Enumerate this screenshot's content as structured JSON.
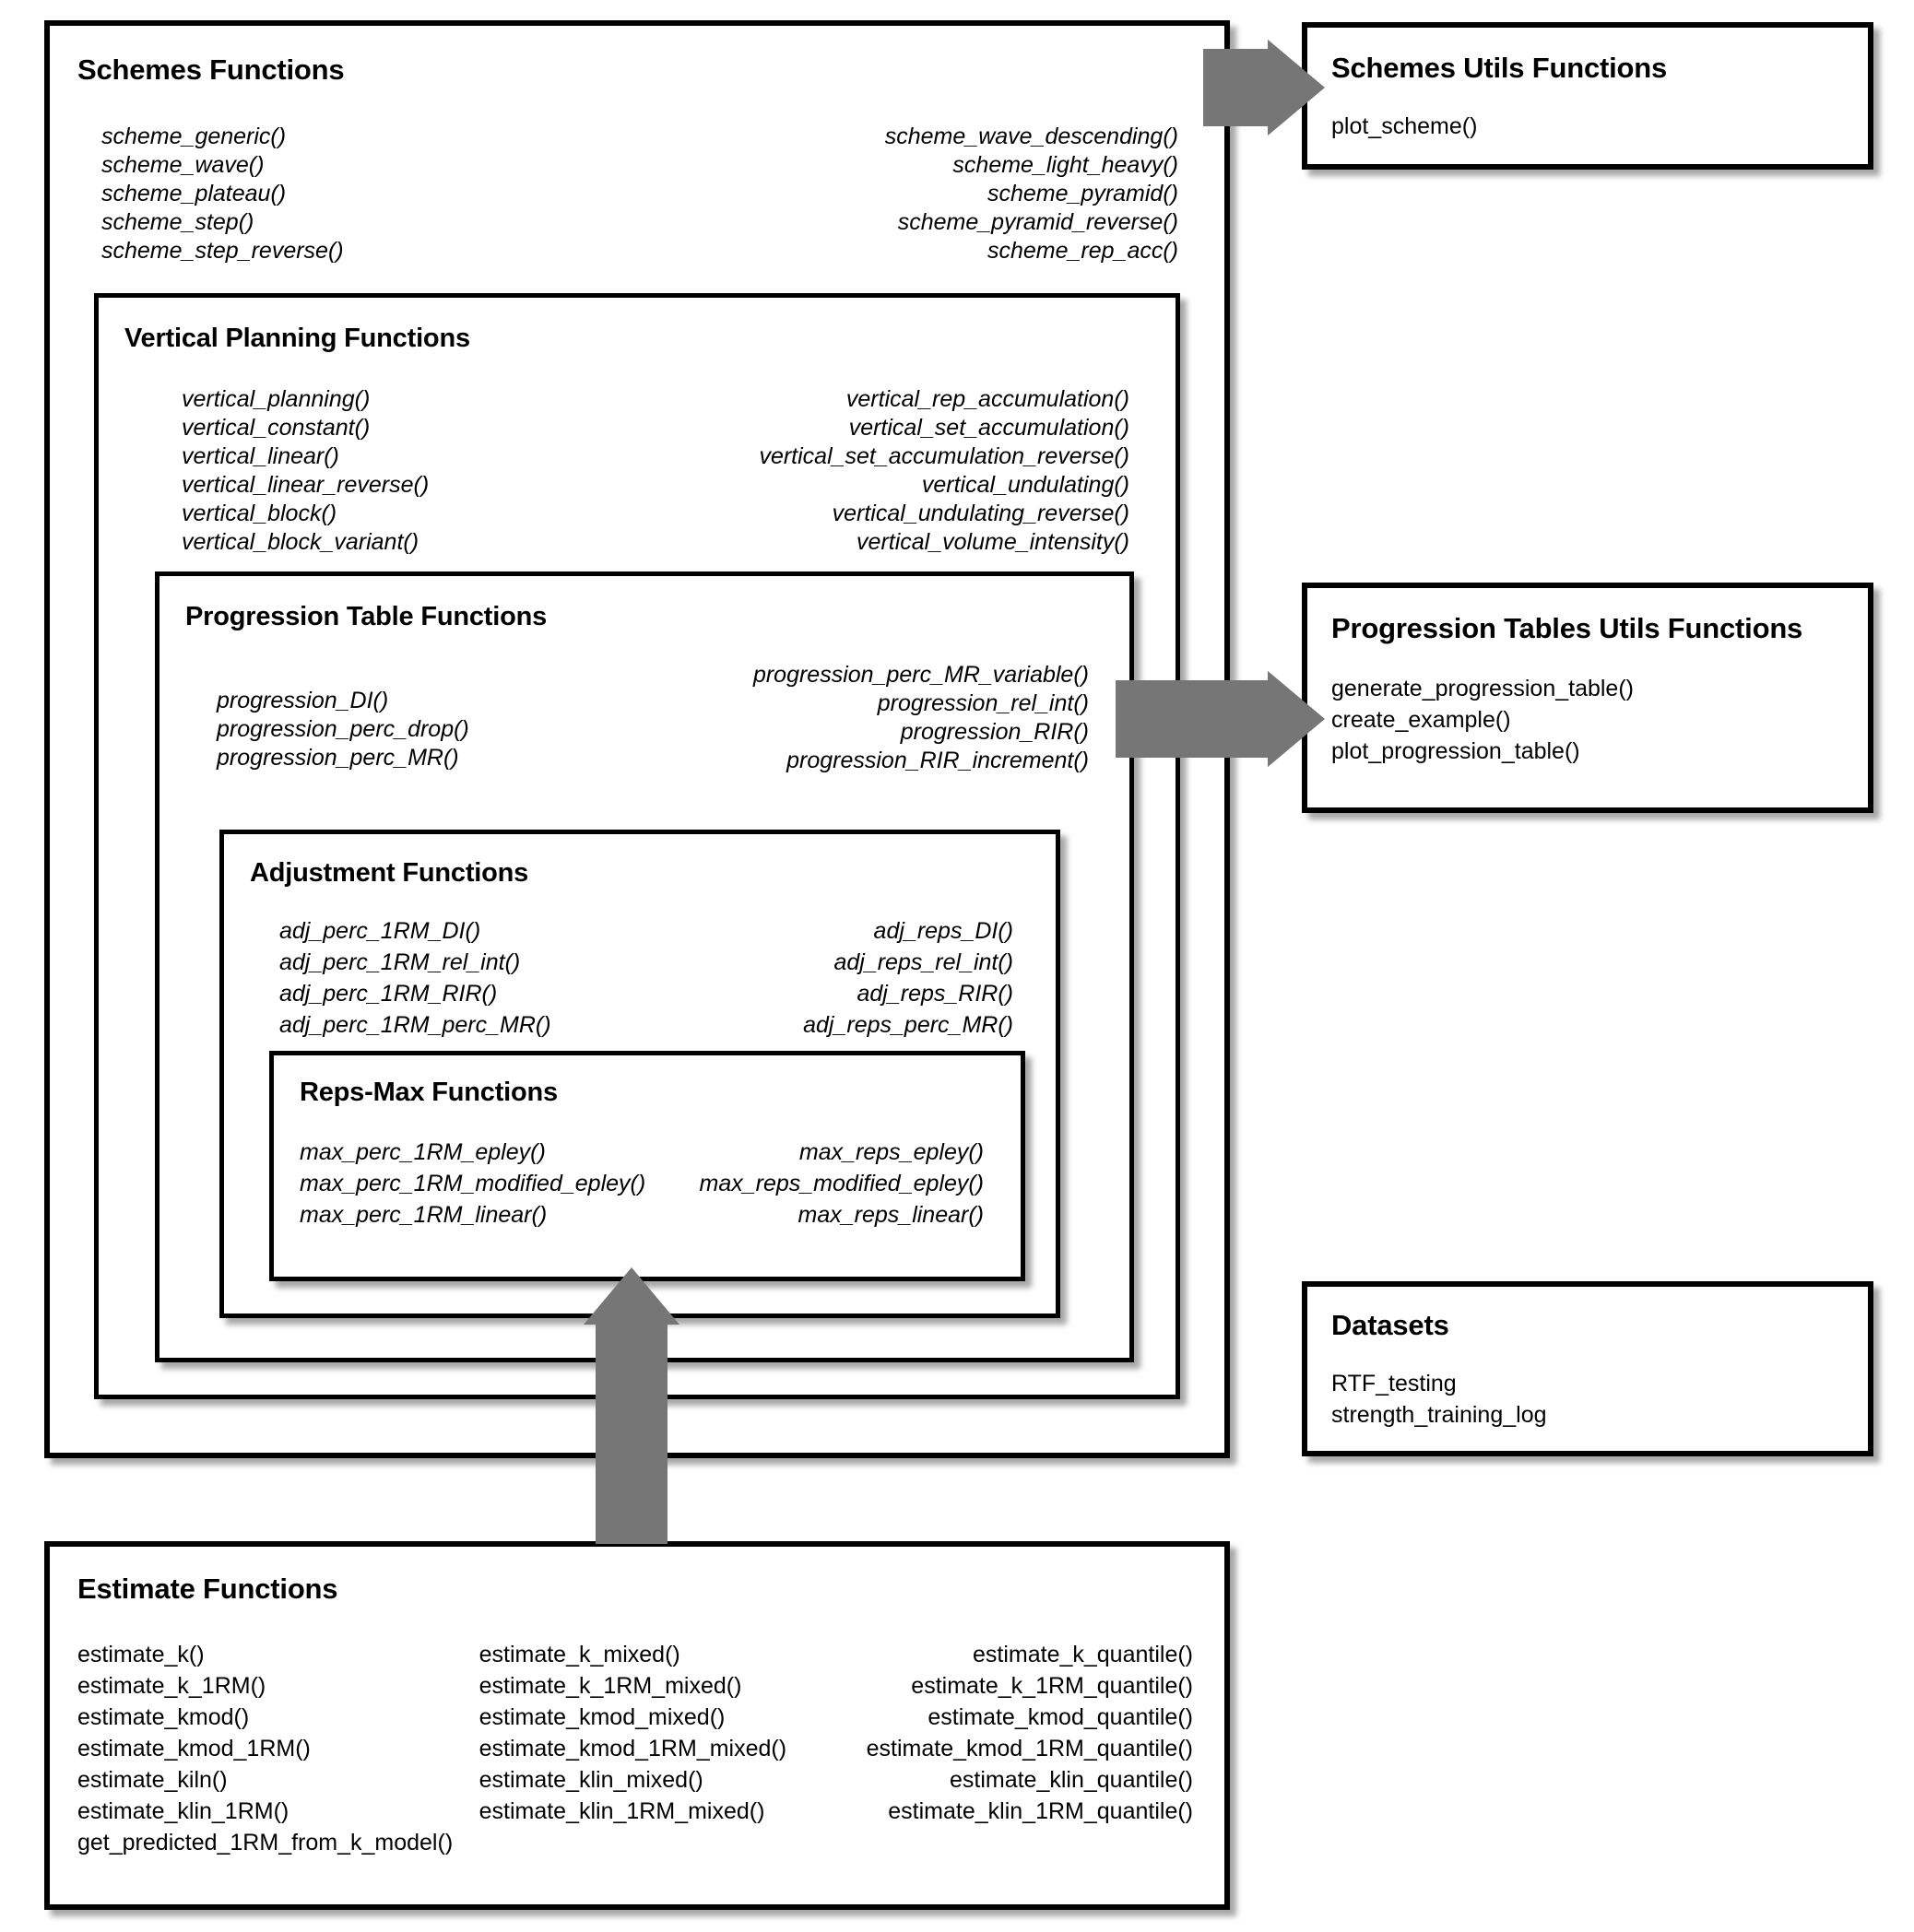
{
  "diagram": {
    "schemes": {
      "title": "Schemes Functions",
      "left": [
        "scheme_generic()",
        "scheme_wave()",
        "scheme_plateau()",
        "scheme_step()",
        "scheme_step_reverse()"
      ],
      "right": [
        "scheme_wave_descending()",
        "scheme_light_heavy()",
        "scheme_pyramid()",
        "scheme_pyramid_reverse()",
        "scheme_rep_acc()"
      ]
    },
    "vertical": {
      "title": "Vertical Planning Functions",
      "left": [
        "vertical_planning()",
        "vertical_constant()",
        "vertical_linear()",
        "vertical_linear_reverse()",
        "vertical_block()",
        "vertical_block_variant()"
      ],
      "right": [
        "vertical_rep_accumulation()",
        "vertical_set_accumulation()",
        "vertical_set_accumulation_reverse()",
        "vertical_undulating()",
        "vertical_undulating_reverse()",
        "vertical_volume_intensity()"
      ]
    },
    "progression": {
      "title": "Progression Table Functions",
      "left": [
        "progression_DI()",
        "progression_perc_drop()",
        "progression_perc_MR()"
      ],
      "right": [
        "progression_perc_MR_variable()",
        "progression_rel_int()",
        "progression_RIR()",
        "progression_RIR_increment()"
      ]
    },
    "adjustment": {
      "title": "Adjustment Functions",
      "left": [
        "adj_perc_1RM_DI()",
        "adj_perc_1RM_rel_int()",
        "adj_perc_1RM_RIR()",
        "adj_perc_1RM_perc_MR()"
      ],
      "right": [
        "adj_reps_DI()",
        "adj_reps_rel_int()",
        "adj_reps_RIR()",
        "adj_reps_perc_MR()"
      ]
    },
    "repsmax": {
      "title": "Reps-Max Functions",
      "left": [
        "max_perc_1RM_epley()",
        "max_perc_1RM_modified_epley()",
        "max_perc_1RM_linear()"
      ],
      "right": [
        "max_reps_epley()",
        "max_reps_modified_epley()",
        "max_reps_linear()"
      ]
    },
    "schemes_utils": {
      "title": "Schemes Utils Functions",
      "items": [
        "plot_scheme()"
      ]
    },
    "progression_utils": {
      "title": "Progression Tables Utils Functions",
      "items": [
        "generate_progression_table()",
        "create_example()",
        "plot_progression_table()"
      ]
    },
    "datasets": {
      "title": "Datasets",
      "items": [
        "RTF_testing",
        "strength_training_log"
      ]
    },
    "estimate": {
      "title": "Estimate Functions",
      "col1": [
        "estimate_k()",
        "estimate_k_1RM()",
        "estimate_kmod()",
        "estimate_kmod_1RM()",
        "estimate_kiln()",
        "estimate_klin_1RM()",
        "get_predicted_1RM_from_k_model()"
      ],
      "col2": [
        "estimate_k_mixed()",
        "estimate_k_1RM_mixed()",
        "estimate_kmod_mixed()",
        "estimate_kmod_1RM_mixed()",
        "estimate_klin_mixed()",
        "estimate_klin_1RM_mixed()"
      ],
      "col3": [
        "estimate_k_quantile()",
        "estimate_k_1RM_quantile()",
        "estimate_kmod_quantile()",
        "estimate_kmod_1RM_quantile()",
        "estimate_klin_quantile()",
        "estimate_klin_1RM_quantile()"
      ]
    },
    "arrows": {
      "schemes_to_utils": "arrow-right",
      "progression_to_utils": "arrow-right",
      "estimate_to_repsmax": "arrow-up"
    },
    "colors": {
      "border": "#000000",
      "arrow": "#767676",
      "background": "#ffffff",
      "text": "#000000"
    }
  }
}
